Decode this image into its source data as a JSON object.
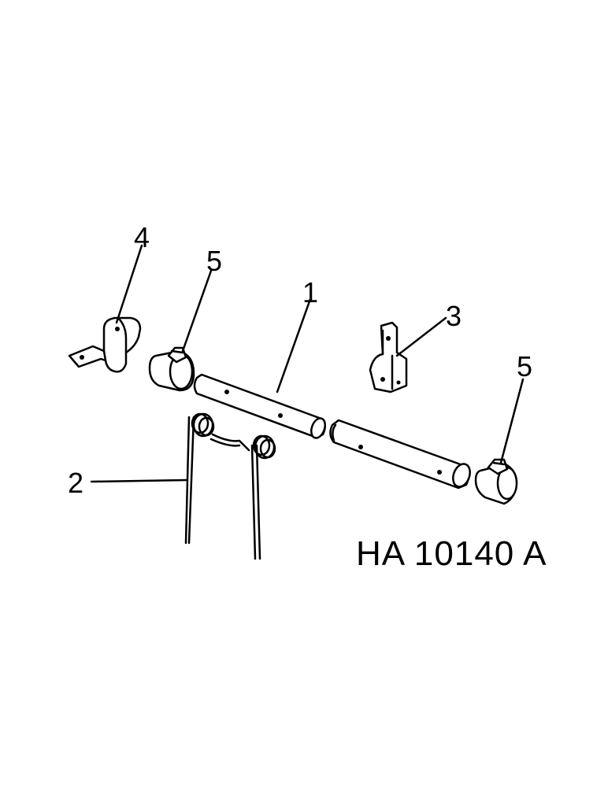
{
  "figure_code": "HA 10140 A",
  "callouts": {
    "part_1": "1",
    "part_2": "2",
    "part_3": "3",
    "part_4": "4",
    "part_5_left": "5",
    "part_5_right": "5"
  }
}
